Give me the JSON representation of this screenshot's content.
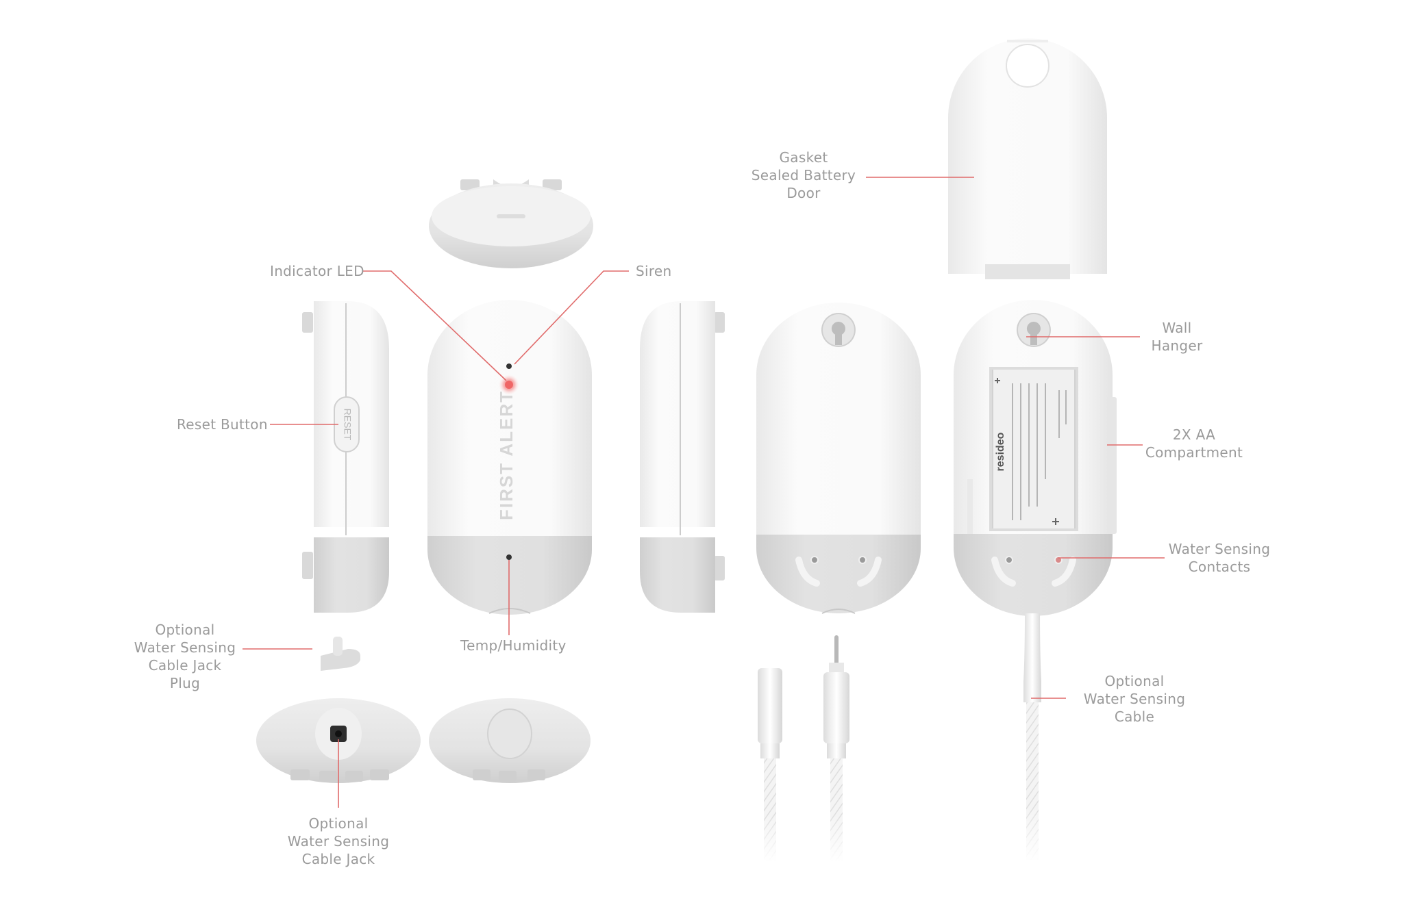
{
  "brand": {
    "front_logo": "FIRST ALERT",
    "reset_text": "RESET",
    "label_brand": "resideo"
  },
  "callouts": {
    "gasket": [
      "Gasket",
      "Sealed Battery",
      "Door"
    ],
    "indicator_led": "Indicator LED",
    "siren": "Siren",
    "wall_hanger": [
      "Wall",
      "Hanger"
    ],
    "reset_button": "Reset Button",
    "battery_compartment": [
      "2X AA",
      "Compartment"
    ],
    "water_contacts": [
      "Water Sensing",
      "Contacts"
    ],
    "cable_jack_plug": [
      "Optional",
      "Water Sensing",
      "Cable Jack",
      "Plug"
    ],
    "temp_humidity": "Temp/Humidity",
    "sensing_cable": [
      "Optional",
      "Water Sensing",
      "Cable"
    ],
    "cable_jack": [
      "Optional",
      "Water Sensing",
      "Cable Jack"
    ]
  },
  "colors": {
    "leader_line": "#e06a6a",
    "label_text": "#9a9a9a",
    "body_white": "#f7f7f7",
    "body_grey": "#d9d9d9",
    "led_red": "#f06b6b"
  }
}
